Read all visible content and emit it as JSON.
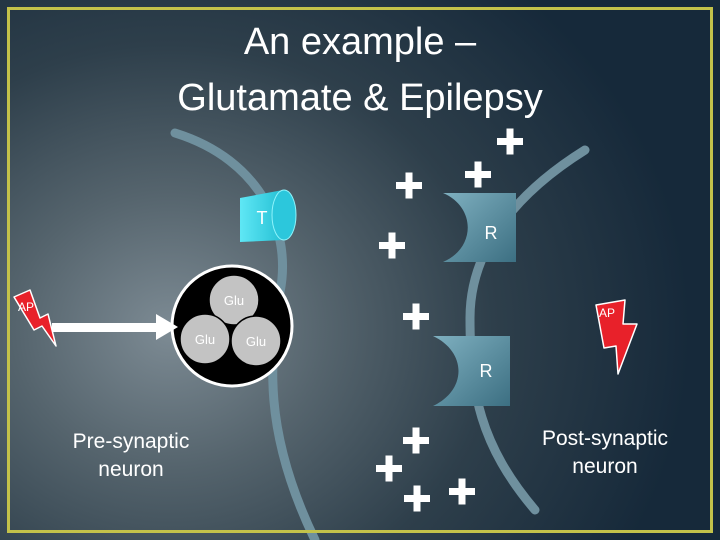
{
  "title": {
    "line1": "An example –",
    "line2": "Glutamate & Epilepsy"
  },
  "transporter": {
    "label": "T"
  },
  "receptors": [
    {
      "label": "R"
    },
    {
      "label": "R"
    }
  ],
  "vesicles": [
    {
      "label": "Glu"
    },
    {
      "label": "Glu"
    },
    {
      "label": "Glu"
    }
  ],
  "action_potentials": [
    {
      "label": "AP"
    },
    {
      "label": "AP"
    }
  ],
  "labels": {
    "pre": "Pre-synaptic neuron",
    "post": "Post-synaptic neuron"
  },
  "colors": {
    "membrane": "#6f909e",
    "plus": "#ffffff",
    "lightning": "#e8212a",
    "transporter": "#33d4e6",
    "receptor": "#5a8ea0",
    "glu": "#c3c3c3",
    "frame": "#c3c24a"
  }
}
